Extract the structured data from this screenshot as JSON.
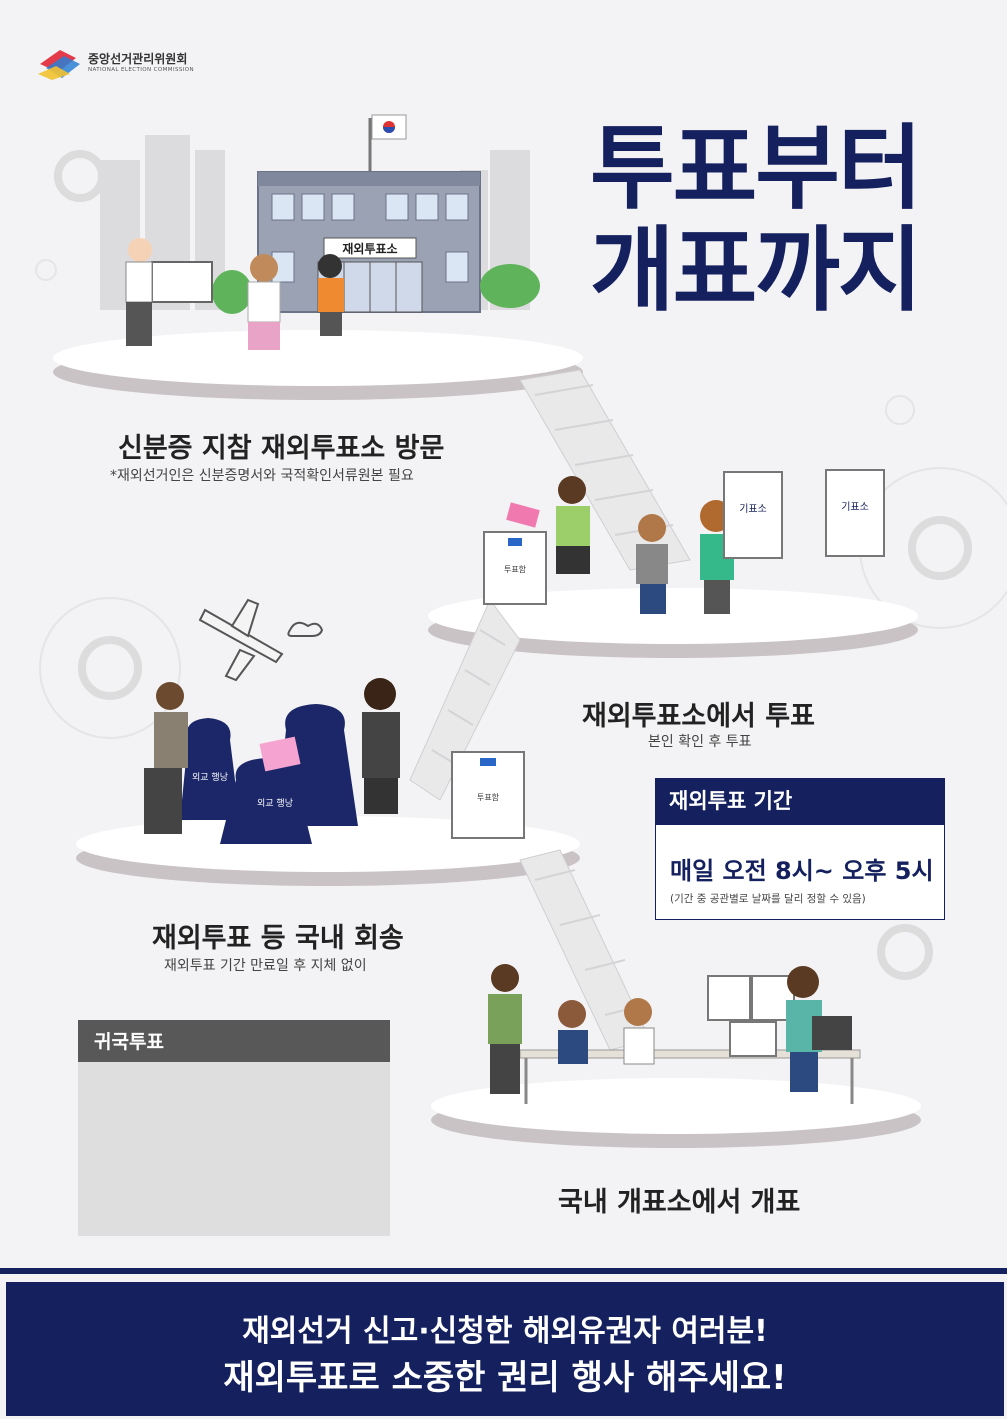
{
  "header": {
    "org_name": "중앙선거관리위원회",
    "org_name_en": "NATIONAL ELECTION COMMISSION"
  },
  "title": {
    "line1": "투표부터",
    "line2": "개표까지"
  },
  "illustration_labels": {
    "building_sign": "재외투표소",
    "booth_label": "기표소",
    "ballot_box_label": "투표함",
    "pouch_label": "외교 행낭"
  },
  "steps": [
    {
      "title": "신분증 지참 재외투표소 방문",
      "note": "*재외선거인은 신분증명서와 국적확인서류원본 필요"
    },
    {
      "title": "재외투표소에서 투표",
      "note": "본인 확인 후 투표"
    },
    {
      "title": "재외투표 등 국내 회송",
      "note": "재외투표 기간 만료일 후 지체 없이"
    },
    {
      "title": "국내 개표소에서 개표",
      "note": ""
    }
  ],
  "period_box": {
    "header": "재외투표 기간",
    "time": "매일 오전 8시~ 오후 5시",
    "note": "(기간 중 공관별로 날짜를 달리 정할 수 있음)"
  },
  "home_vote_box": {
    "header": "귀국투표"
  },
  "footer": {
    "line1": "재외선거 신고·신청한 해외유권자 여러분!",
    "line2": "재외투표로 소중한 권리 행사 해주세요!"
  },
  "colors": {
    "navy": "#15205e",
    "gray_header": "#585858",
    "gray_body": "#dedede",
    "background": "#f3f3f5"
  }
}
